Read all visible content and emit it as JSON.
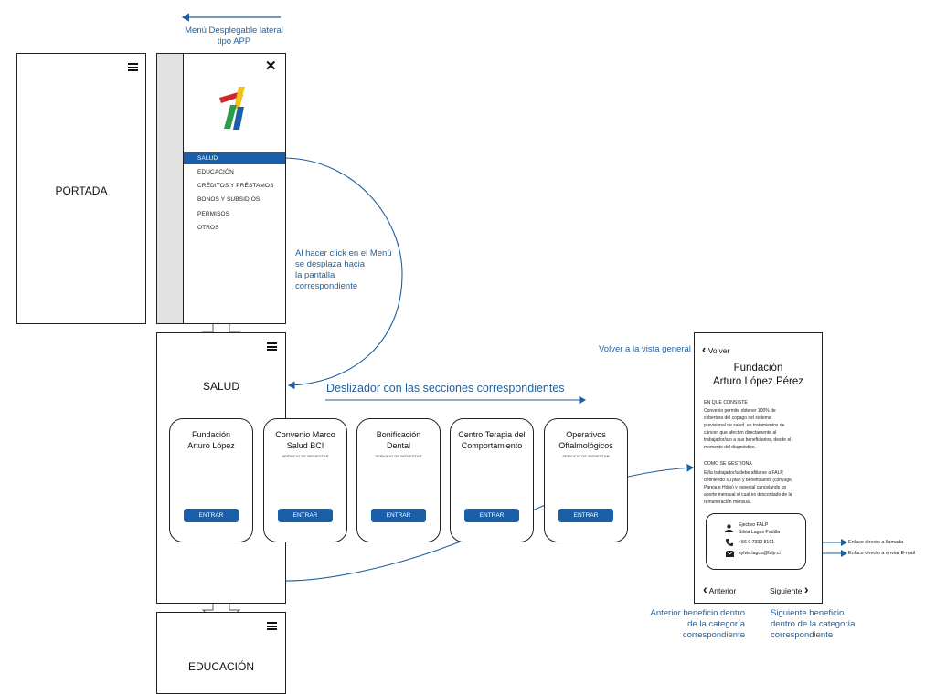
{
  "annotations": {
    "side_menu": [
      "Menú Desplegable lateral",
      "tipo APP"
    ],
    "menu_click": [
      "Al hacer click en el Menú",
      "se desplaza hacia",
      "la pantalla",
      "correspondiente"
    ],
    "slider": "Deslizador con las secciones correspondientes",
    "back_overview": "Volver a la vista general",
    "call_link": "Enlace directo a llamada",
    "email_link": "Enlace directo a enviar E-mail",
    "prev_benefit": [
      "Anterior beneficio dentro",
      "de la categoría",
      "correspondiente"
    ],
    "next_benefit": [
      "Siguiente beneficio",
      "dentro de la categoría",
      "correspondiente"
    ]
  },
  "portada": {
    "title": "PORTADA"
  },
  "side_menu": {
    "close_symbol": "✕",
    "items": [
      {
        "label": "SALUD",
        "active": true
      },
      {
        "label": "EDUCACIÓN",
        "active": false
      },
      {
        "label": "CRÉDITOS Y PRÉSTAMOS",
        "active": false
      },
      {
        "label": "BONOS Y SUBSIDIOS",
        "active": false
      },
      {
        "label": "PERMISOS",
        "active": false
      },
      {
        "label": "OTROS",
        "active": false
      }
    ]
  },
  "salud": {
    "title": "SALUD",
    "cards": [
      {
        "title": [
          "Fundación",
          "Arturo López"
        ],
        "subtitle": "",
        "button": "ENTRAR"
      },
      {
        "title": [
          "Convenio Marco",
          "Salud BCI"
        ],
        "subtitle": "SERVICIO DE BIENESTAR",
        "button": "ENTRAR"
      },
      {
        "title": [
          "Bonificación",
          "Dental"
        ],
        "subtitle": "SERVICIO DE BIENESTAR",
        "button": "ENTRAR"
      },
      {
        "title": [
          "Centro Terapia del",
          "Comportamiento"
        ],
        "subtitle": "",
        "button": "ENTRAR"
      },
      {
        "title": [
          "Operativos",
          "Oftalmológicos"
        ],
        "subtitle": "SERVICIO DE BIENESTAR",
        "button": "ENTRAR"
      }
    ]
  },
  "educacion": {
    "title": "EDUCACIÓN"
  },
  "detail": {
    "back_label": "Volver",
    "title": [
      "Fundación",
      "Arturo López Pérez"
    ],
    "section1_head": "EN QUE CONSISTE",
    "section1_text": [
      "Convenio permite obtener 100% de",
      "cobertura del copago del sistema",
      "previsional de salud, en tratamientos de",
      "cáncer, que afecten directamente al",
      "trabajador/a o a sus beneficiarios, desde el",
      "momento del diagnóstico."
    ],
    "section2_head": "COMO SE GESTIONA",
    "section2_text": [
      "El/la trabajador/a debe afiliarse a FALP,",
      "definiendo su plan y beneficiarios  (cónyuge,",
      "Pareja e Hijos) y especial cancelando un",
      "aporte mensual el cual es descontado de la",
      "remuneración mensual."
    ],
    "contact": {
      "role": "Ejectivo FALP",
      "name": "Silvia Lagos Padilla",
      "phone": "+56 9 7332 8191",
      "email": "sylvia.lagos@falp.cl"
    },
    "prev_label": "Anterior",
    "next_label": "Siguiente"
  },
  "colors": {
    "accent": "#1a5fa8",
    "annotation": "#1f5f9e",
    "sidebar_gray": "#e2e2e2"
  }
}
